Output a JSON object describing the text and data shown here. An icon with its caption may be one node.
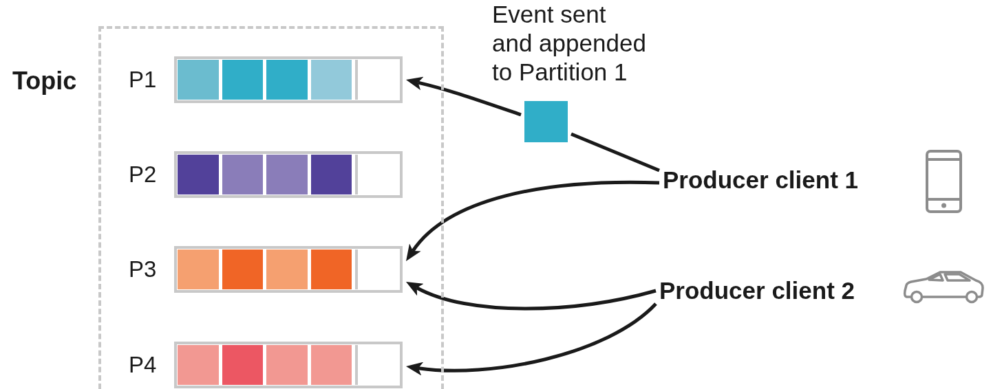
{
  "diagram": {
    "nodes": [
      {
        "text": [
          "Topic"
        ]
      },
      {
        "text": [
          "P1"
        ],
        "in": 0
      },
      {
        "text": [],
        "shape": "box",
        "in": 1
      },
      {
        "text": [],
        "shape": "box",
        "in": 1
      },
      {
        "text": [],
        "shape": "box",
        "in": 1
      },
      {
        "text": [],
        "shape": "box",
        "in": 1
      },
      {
        "text": [],
        "shape": "box",
        "in": 1
      },
      {
        "text": [
          "P2"
        ],
        "in": 0
      },
      {
        "text": [],
        "shape": "box",
        "in": 7
      },
      {
        "text": [],
        "shape": "box",
        "in": 7
      },
      {
        "text": [],
        "shape": "box",
        "in": 7
      },
      {
        "text": [],
        "shape": "box",
        "in": 7
      },
      {
        "text": [],
        "shape": "box",
        "in": 7
      },
      {
        "text": [
          "P3"
        ],
        "in": 0
      },
      {
        "text": [],
        "shape": "box",
        "in": 13
      },
      {
        "text": [],
        "shape": "box",
        "in": 13
      },
      {
        "text": [],
        "shape": "box",
        "in": 13
      },
      {
        "text": [],
        "shape": "box",
        "in": 13
      },
      {
        "text": [],
        "shape": "box",
        "in": 13
      },
      {
        "text": [
          "P4"
        ],
        "in": 0
      },
      {
        "text": [],
        "shape": "box",
        "in": 19
      },
      {
        "text": [],
        "shape": "box",
        "in": 19
      },
      {
        "text": [],
        "shape": "box",
        "in": 19
      },
      {
        "text": [],
        "shape": "box",
        "in": 19
      },
      {
        "text": [],
        "shape": "box",
        "in": 19
      },
      {
        "text": [],
        "shape": "box",
        "beside": [
          "Event sent and appended to Partition 1"
        ]
      },
      {
        "text": [
          "Producer client 1"
        ]
      },
      {
        "text": [
          "Producer client 2"
        ]
      }
    ],
    "edges": [
      {
        "from": 26,
        "to": 25,
        "arrow": "none"
      },
      {
        "from": 25,
        "to": 1,
        "arrow": "to"
      },
      {
        "from": 26,
        "to": 13,
        "arrow": "to"
      },
      {
        "from": 27,
        "to": 13,
        "arrow": "to"
      },
      {
        "from": 27,
        "to": 19,
        "arrow": "to"
      }
    ]
  }
}
